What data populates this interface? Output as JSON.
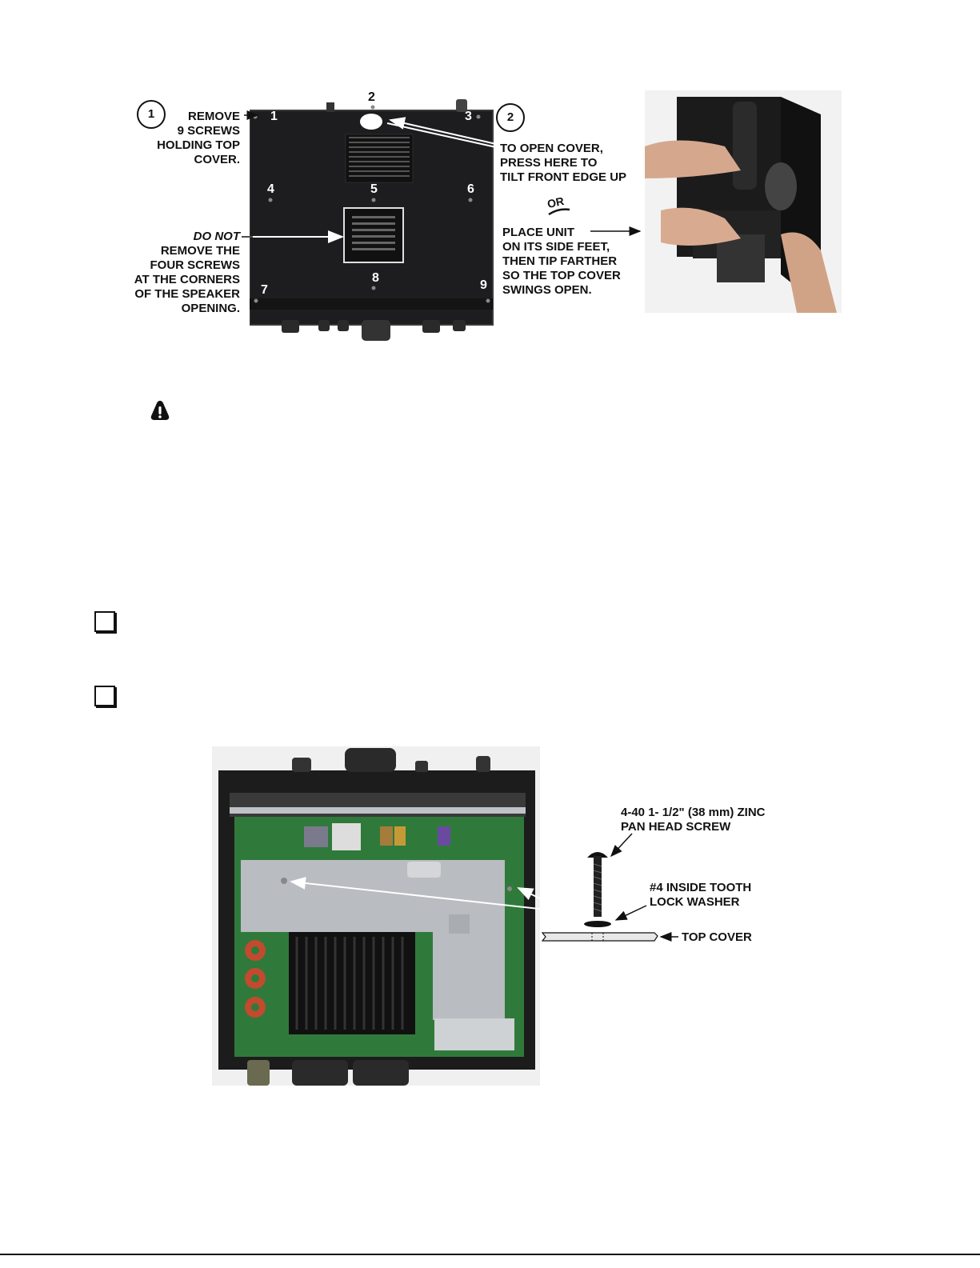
{
  "figure1": {
    "step1_number": "1",
    "step1_caption": [
      "REMOVE",
      "9 SCREWS",
      "HOLDING TOP",
      "COVER."
    ],
    "step2_number": "2",
    "step2_caption": [
      "TO OPEN COVER,",
      "PRESS  HERE TO",
      "TILT FRONT EDGE UP"
    ],
    "or_label": "OR",
    "place_caption": [
      "PLACE UNIT",
      "ON ITS SIDE FEET,",
      "THEN TIP FARTHER",
      "SO THE TOP COVER",
      "SWINGS OPEN."
    ],
    "donot_emphasis": "DO NOT",
    "donot_caption": [
      "REMOVE THE",
      "FOUR SCREWS",
      "AT THE CORNERS",
      "OF THE SPEAKER",
      "OPENING."
    ],
    "screw_numbers": [
      "1",
      "2",
      "3",
      "4",
      "5",
      "6",
      "7",
      "8",
      "9"
    ]
  },
  "figure2": {
    "screw_caption": [
      "4-40 1- 1/2\" (38 mm) ZINC",
      "PAN HEAD SCREW"
    ],
    "washer_caption": [
      "#4 INSIDE TOOTH",
      "LOCK WASHER"
    ],
    "cover_caption": "TOP COVER"
  },
  "colors": {
    "accent": "#111111",
    "panel": "#1d1d1f",
    "board": "#2f7a3a",
    "shield": "#b9bcc0"
  }
}
